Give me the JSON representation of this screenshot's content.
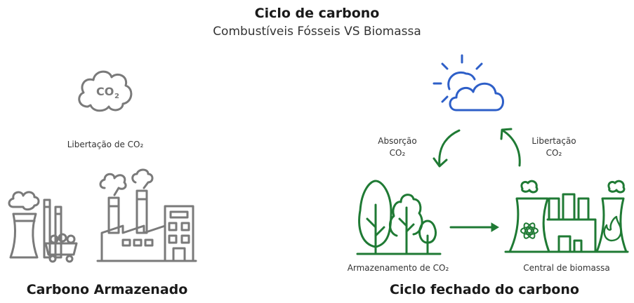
{
  "header": {
    "title": "Ciclo de carbono",
    "subtitle": "Combustíveis Fósseis VS Biomassa"
  },
  "left": {
    "co2_cloud_text": "CO",
    "co2_cloud_sub": "2",
    "release_label": "Libertação de CO₂",
    "heading": "Carbono Armazenado"
  },
  "right": {
    "absorption_line1": "Absorção",
    "absorption_line2": "CO₂",
    "release_line1": "Libertação",
    "release_line2": "CO₂",
    "storage_label": "Armazenamento de CO₂",
    "plant_label": "Central de biomassa",
    "heading": "Ciclo fechado do carbono"
  },
  "colors": {
    "fossil": "#7a7a7a",
    "biomass": "#1f7a34",
    "sky": "#2e5fc8",
    "sun": "#2e5fc8"
  },
  "icons": [
    "co2-cloud-icon",
    "fossil-power-plant-icon",
    "factory-icon",
    "sun-cloud-icon",
    "trees-icon",
    "biomass-plant-icon"
  ]
}
